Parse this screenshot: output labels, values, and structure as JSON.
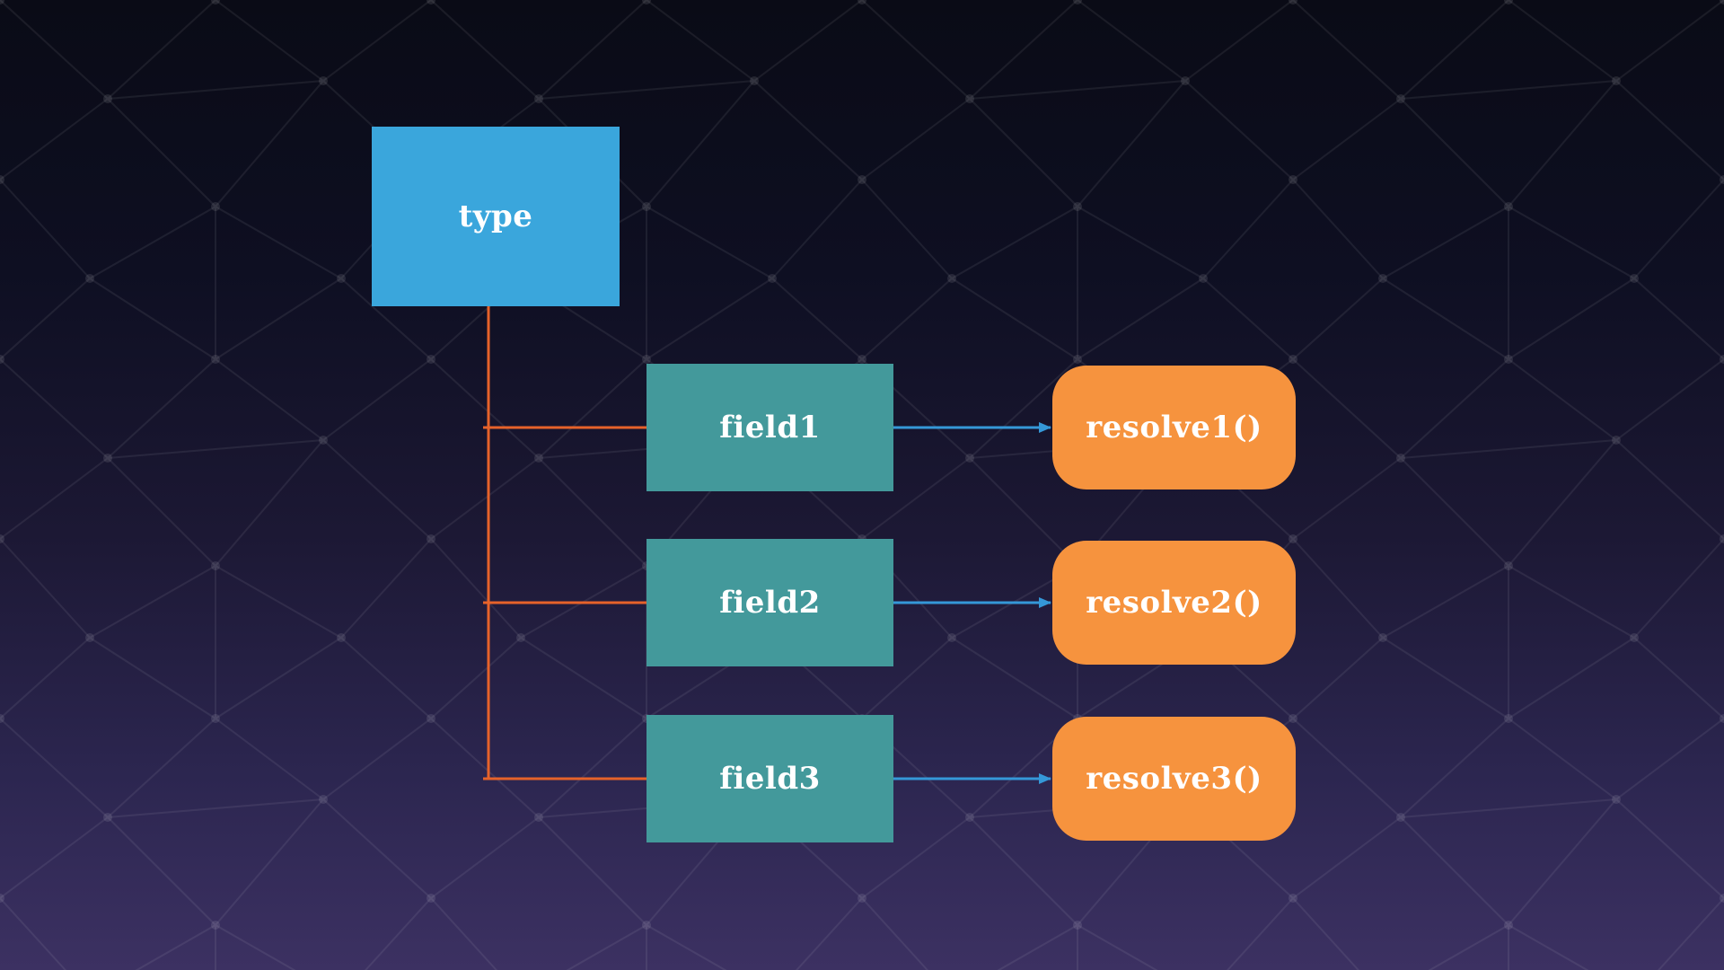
{
  "diagram": {
    "root": {
      "label": "type"
    },
    "rows": [
      {
        "field": "field1",
        "resolver": "resolve1()"
      },
      {
        "field": "field2",
        "resolver": "resolve2()"
      },
      {
        "field": "field3",
        "resolver": "resolve3()"
      }
    ],
    "colors": {
      "root_fill": "#3aa6dc",
      "field_fill": "#43999b",
      "resolver_fill": "#f6933e",
      "tree_line": "#e6622a",
      "arrow_line": "#3598d8",
      "label_text": "#ffffff",
      "bg_top": "#0a0b16",
      "bg_bottom": "#3c3162"
    }
  }
}
